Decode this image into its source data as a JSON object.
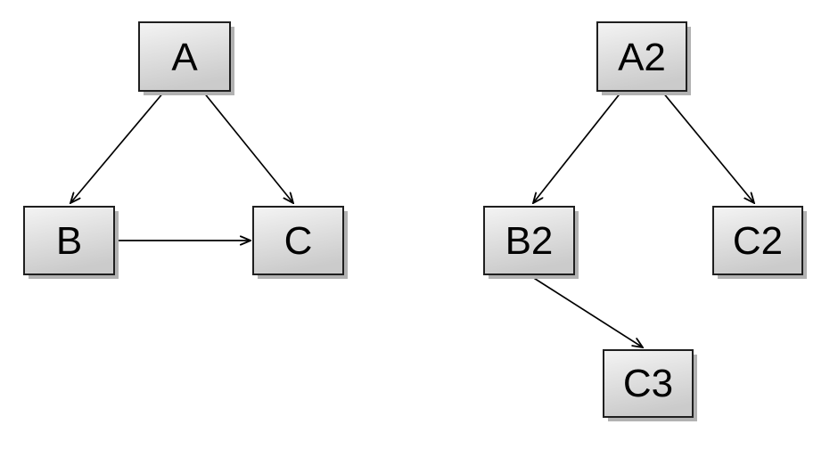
{
  "diagram": {
    "background_color": "#ffffff",
    "colors": {
      "node_fill_top": "#f4f4f4",
      "node_fill_bottom": "#cbcbcb",
      "node_border": "#1f1f1f",
      "node_shadow": "#b2b2b2",
      "edge": "#000000",
      "text": "#000000"
    },
    "graphs": [
      {
        "id": "left-graph",
        "node_ids": [
          "A",
          "B",
          "C"
        ]
      },
      {
        "id": "right-graph",
        "node_ids": [
          "A2",
          "B2",
          "C2",
          "C3"
        ]
      }
    ],
    "nodes": [
      {
        "id": "A",
        "label": "A"
      },
      {
        "id": "B",
        "label": "B"
      },
      {
        "id": "C",
        "label": "C"
      },
      {
        "id": "A2",
        "label": "A2"
      },
      {
        "id": "B2",
        "label": "B2"
      },
      {
        "id": "C2",
        "label": "C2"
      },
      {
        "id": "C3",
        "label": "C3"
      }
    ],
    "edges": [
      {
        "from": "A",
        "to": "B"
      },
      {
        "from": "A",
        "to": "C"
      },
      {
        "from": "B",
        "to": "C"
      },
      {
        "from": "A2",
        "to": "B2"
      },
      {
        "from": "A2",
        "to": "C2"
      },
      {
        "from": "B2",
        "to": "C3"
      }
    ]
  }
}
